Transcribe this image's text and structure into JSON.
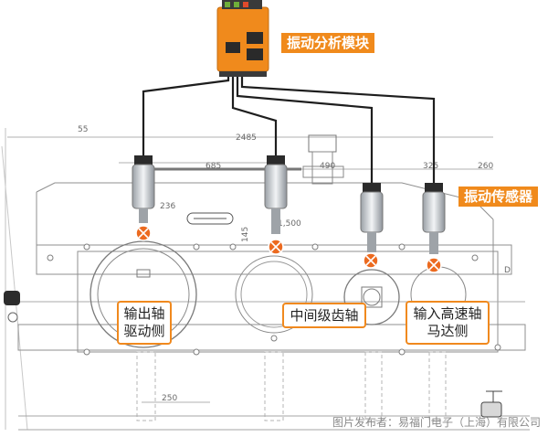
{
  "callouts": {
    "module": "振动分析模块",
    "sensor": "振动传感器"
  },
  "shaft_labels": {
    "output": [
      "输出轴",
      "驱动侧"
    ],
    "middle": [
      "中间级齿轴"
    ],
    "input": [
      "输入高速轴",
      "马达侧"
    ]
  },
  "dimensions": {
    "d_55": "55",
    "d_2485": "2485",
    "d_685": "685",
    "d_490": "490",
    "d_325": "325",
    "d_260": "260",
    "d_236": "236",
    "d_1500": "1,500",
    "d_145": "145",
    "d_250": "250",
    "d_D": "D"
  },
  "caption": "图片发布者：易福门电子（上海）有限公司",
  "colors": {
    "accent": "#f08a1c",
    "sensor_marker": "#ec6a1f",
    "drawing_line": "#9a9a9a"
  }
}
